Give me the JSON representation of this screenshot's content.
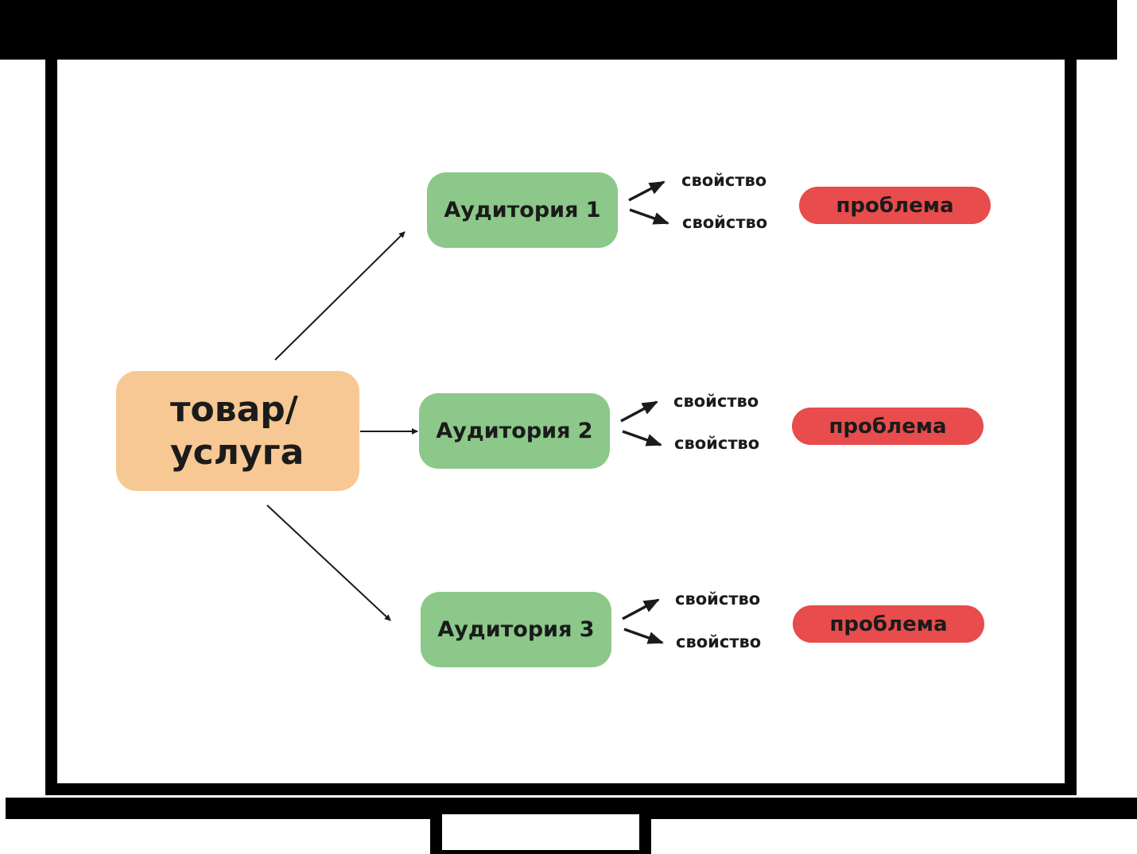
{
  "colors": {
    "product_fill": "#f7c893",
    "audience_fill": "#8bc88a",
    "problem_fill": "#e84c4c",
    "frame": "#000000",
    "text": "#1b1b1b"
  },
  "product": {
    "line1": "товар/",
    "line2": "услуга"
  },
  "audiences": [
    {
      "label": "Аудитория 1",
      "properties": [
        "свойство",
        "свойство"
      ],
      "problem": "проблема"
    },
    {
      "label": "Аудитория 2",
      "properties": [
        "свойство",
        "свойство"
      ],
      "problem": "проблема"
    },
    {
      "label": "Аудитория 3",
      "properties": [
        "свойство",
        "свойство"
      ],
      "problem": "проблема"
    }
  ]
}
